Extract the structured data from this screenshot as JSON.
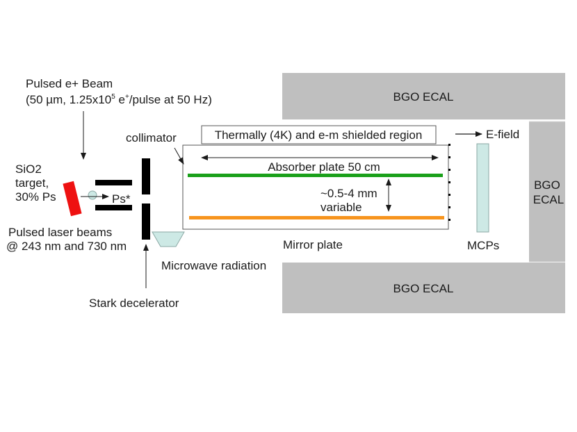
{
  "beam": {
    "title": "Pulsed e+ Beam",
    "spec_open": "(50 µm, 1.25x10",
    "spec_exp": "5",
    "spec_mid": " e",
    "spec_sup": "+",
    "spec_close": "/pulse at 50 Hz)"
  },
  "target": {
    "line1": "SiO2",
    "line2": "target,",
    "line3": "30% Ps",
    "color": "#ee1111"
  },
  "ps_label": "Ps*",
  "laser": {
    "line1": "Pulsed laser beams",
    "line2": "@ 243 nm and 730 nm"
  },
  "collimator_label": "collimator",
  "stark_label": "Stark decelerator",
  "microwave_label": "Microwave radiation",
  "shield_label": "Thermally (4K) and e-m shielded region",
  "efield_label": "E-field",
  "absorber": {
    "label": "Absorber plate 50 cm",
    "color": "#1aa01a"
  },
  "gap": {
    "line1": "~0.5-4 mm",
    "line2": "variable"
  },
  "mirror": {
    "label": "Mirror plate",
    "color": "#f7941d"
  },
  "mcps_label": "MCPs",
  "ecal": {
    "top": "BGO ECAL",
    "bottom": "BGO ECAL",
    "side_line1": "BGO",
    "side_line2": "ECAL",
    "color": "#bfbfbf"
  }
}
